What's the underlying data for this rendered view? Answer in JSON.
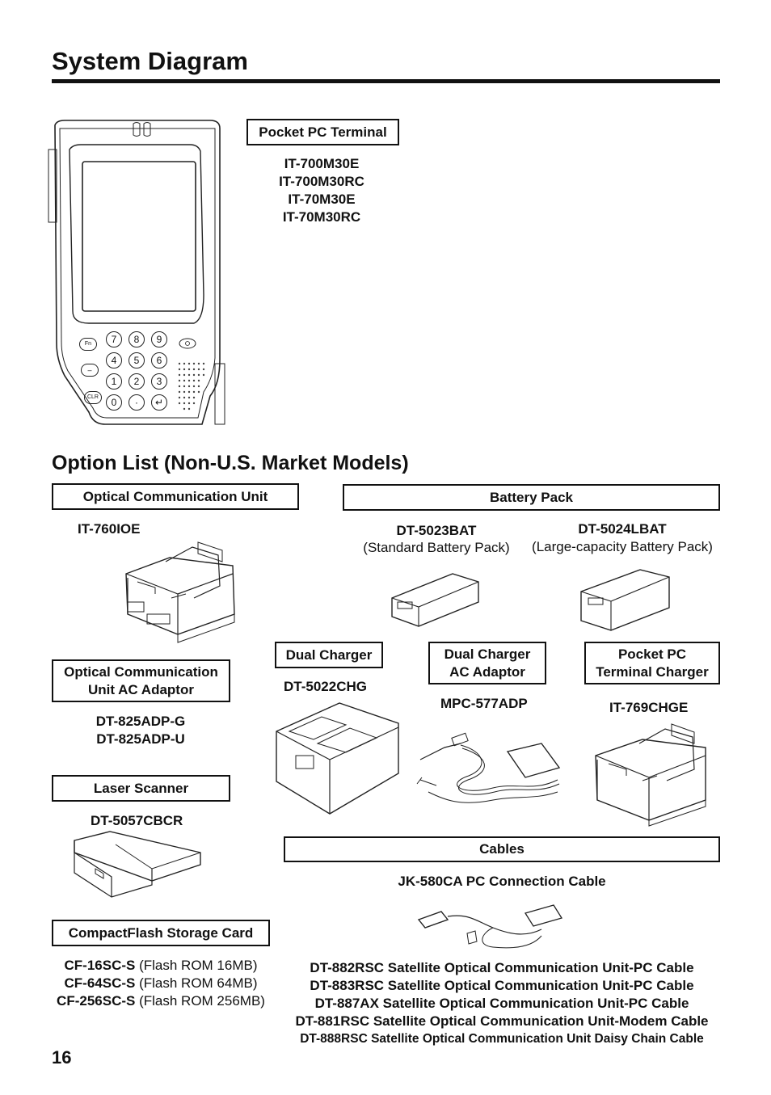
{
  "page": {
    "title": "System Diagram",
    "section_title": "Option List (Non-U.S. Market Models)",
    "page_number": "16"
  },
  "terminal": {
    "label": "Pocket PC Terminal",
    "models": [
      "IT-700M30E",
      "IT-700M30RC",
      "IT-70M30E",
      "IT-70M30RC"
    ],
    "keys": {
      "fn": "Fn",
      "minus": "–",
      "clr": "CLR",
      "row1": [
        "7",
        "8",
        "9"
      ],
      "row2": [
        "4",
        "5",
        "6"
      ],
      "row3": [
        "1",
        "2",
        "3"
      ],
      "row4": [
        "0",
        "·",
        "↵"
      ]
    }
  },
  "optical_unit": {
    "label": "Optical Communication Unit",
    "model": "IT-760IOE"
  },
  "battery": {
    "label": "Battery Pack",
    "std_model": "DT-5023BAT",
    "std_desc": "(Standard Battery Pack)",
    "large_model": "DT-5024LBAT",
    "large_desc": "(Large-capacity Battery Pack)"
  },
  "optical_adaptor": {
    "label_line1": "Optical Communication",
    "label_line2": "Unit AC Adaptor",
    "models": [
      "DT-825ADP-G",
      "DT-825ADP-U"
    ]
  },
  "dual_charger": {
    "label": "Dual Charger",
    "model": "DT-5022CHG"
  },
  "dual_adaptor": {
    "label_line1": "Dual Charger",
    "label_line2": "AC Adaptor",
    "model": "MPC-577ADP"
  },
  "pc_charger": {
    "label_line1": "Pocket PC",
    "label_line2": "Terminal Charger",
    "model": "IT-769CHGE"
  },
  "laser": {
    "label": "Laser Scanner",
    "model": "DT-5057CBCR"
  },
  "cables": {
    "label": "Cables",
    "main": "JK-580CA PC Connection Cable",
    "items": [
      "DT-882RSC Satellite Optical Communication Unit-PC Cable",
      "DT-883RSC Satellite Optical Communication Unit-PC Cable",
      "DT-887AX Satellite Optical Communication Unit-PC Cable",
      "DT-881RSC Satellite Optical Communication Unit-Modem Cable",
      "DT-888RSC Satellite Optical Communication Unit Daisy Chain Cable"
    ]
  },
  "cf": {
    "label": "CompactFlash Storage Card",
    "items": [
      {
        "model": "CF-16SC-S",
        "desc": " (Flash ROM 16MB)"
      },
      {
        "model": "CF-64SC-S",
        "desc": " (Flash ROM 64MB)"
      },
      {
        "model": "CF-256SC-S",
        "desc": " (Flash ROM 256MB)"
      }
    ]
  }
}
